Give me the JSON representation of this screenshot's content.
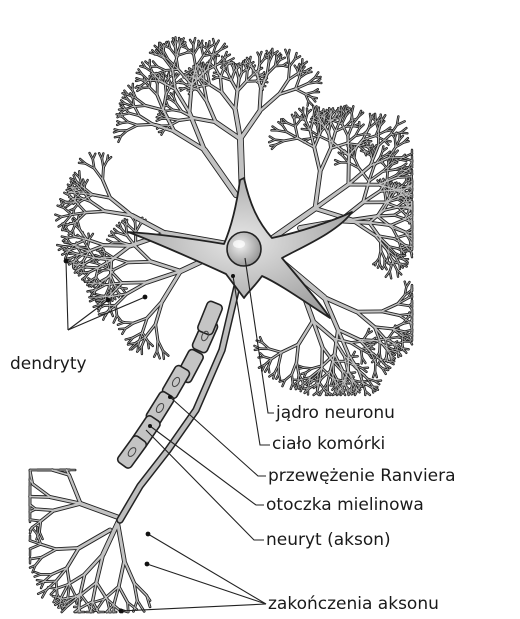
{
  "labels": {
    "dendrites": "dendryty",
    "nucleus": "jądro neuronu",
    "cell_body": "ciało komórki",
    "node_of_ranvier": "przewężenie Ranviera",
    "myelin_sheath": "otoczka mielinowa",
    "axon": "neuryt (akson)",
    "axon_terminals": "zakończenia aksonu"
  },
  "colors": {
    "fill": "#bdbdbd",
    "fill_light": "#dcdcdc",
    "outline": "#222222",
    "label": "#1a1a1a"
  }
}
